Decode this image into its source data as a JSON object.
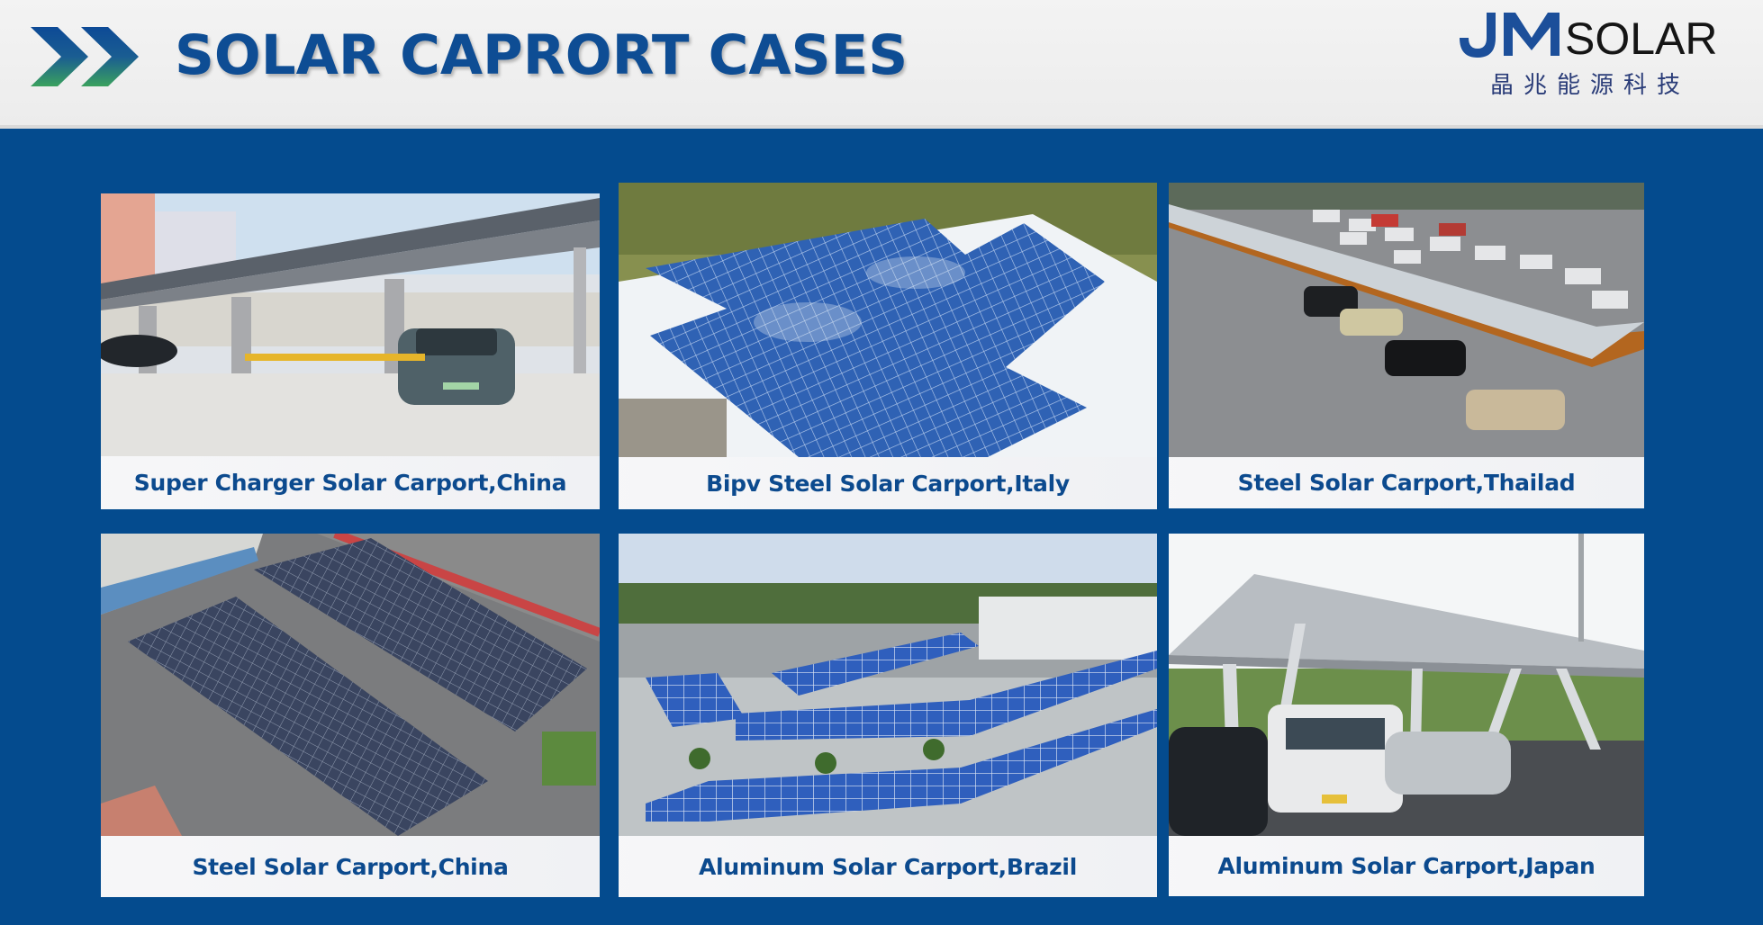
{
  "header": {
    "title": "SOLAR CAPRORT CASES",
    "icon": "double-chevron-right-icon",
    "logo": {
      "mark": "JM",
      "wordmark": "SOLAR",
      "chinese_name": "晶兆能源科技"
    }
  },
  "colors": {
    "brand_blue": "#0e4d94",
    "background_blue": "#044b8e",
    "header_background": "#f0f0f0",
    "chevron_gradient_top": "#0d4a96",
    "chevron_gradient_bottom": "#3aa15e",
    "caption_text": "#0c4a8e"
  },
  "cases": [
    {
      "caption": "Super Charger Solar Carport,China",
      "photo": "ev-charging-carport-photo"
    },
    {
      "caption": "Bipv Steel Solar Carport,Italy",
      "photo": "rooftop-bipv-panels-photo"
    },
    {
      "caption": "Steel Solar Carport,Thailad",
      "photo": "steel-carport-parking-lot-photo"
    },
    {
      "caption": "Steel Solar Carport,China",
      "photo": "aerial-parking-carport-photo"
    },
    {
      "caption": "Aluminum Solar Carport,Brazil",
      "photo": "curved-aluminum-carport-photo"
    },
    {
      "caption": "Aluminum Solar Carport,Japan",
      "photo": "aluminum-carport-vehicles-photo"
    }
  ]
}
